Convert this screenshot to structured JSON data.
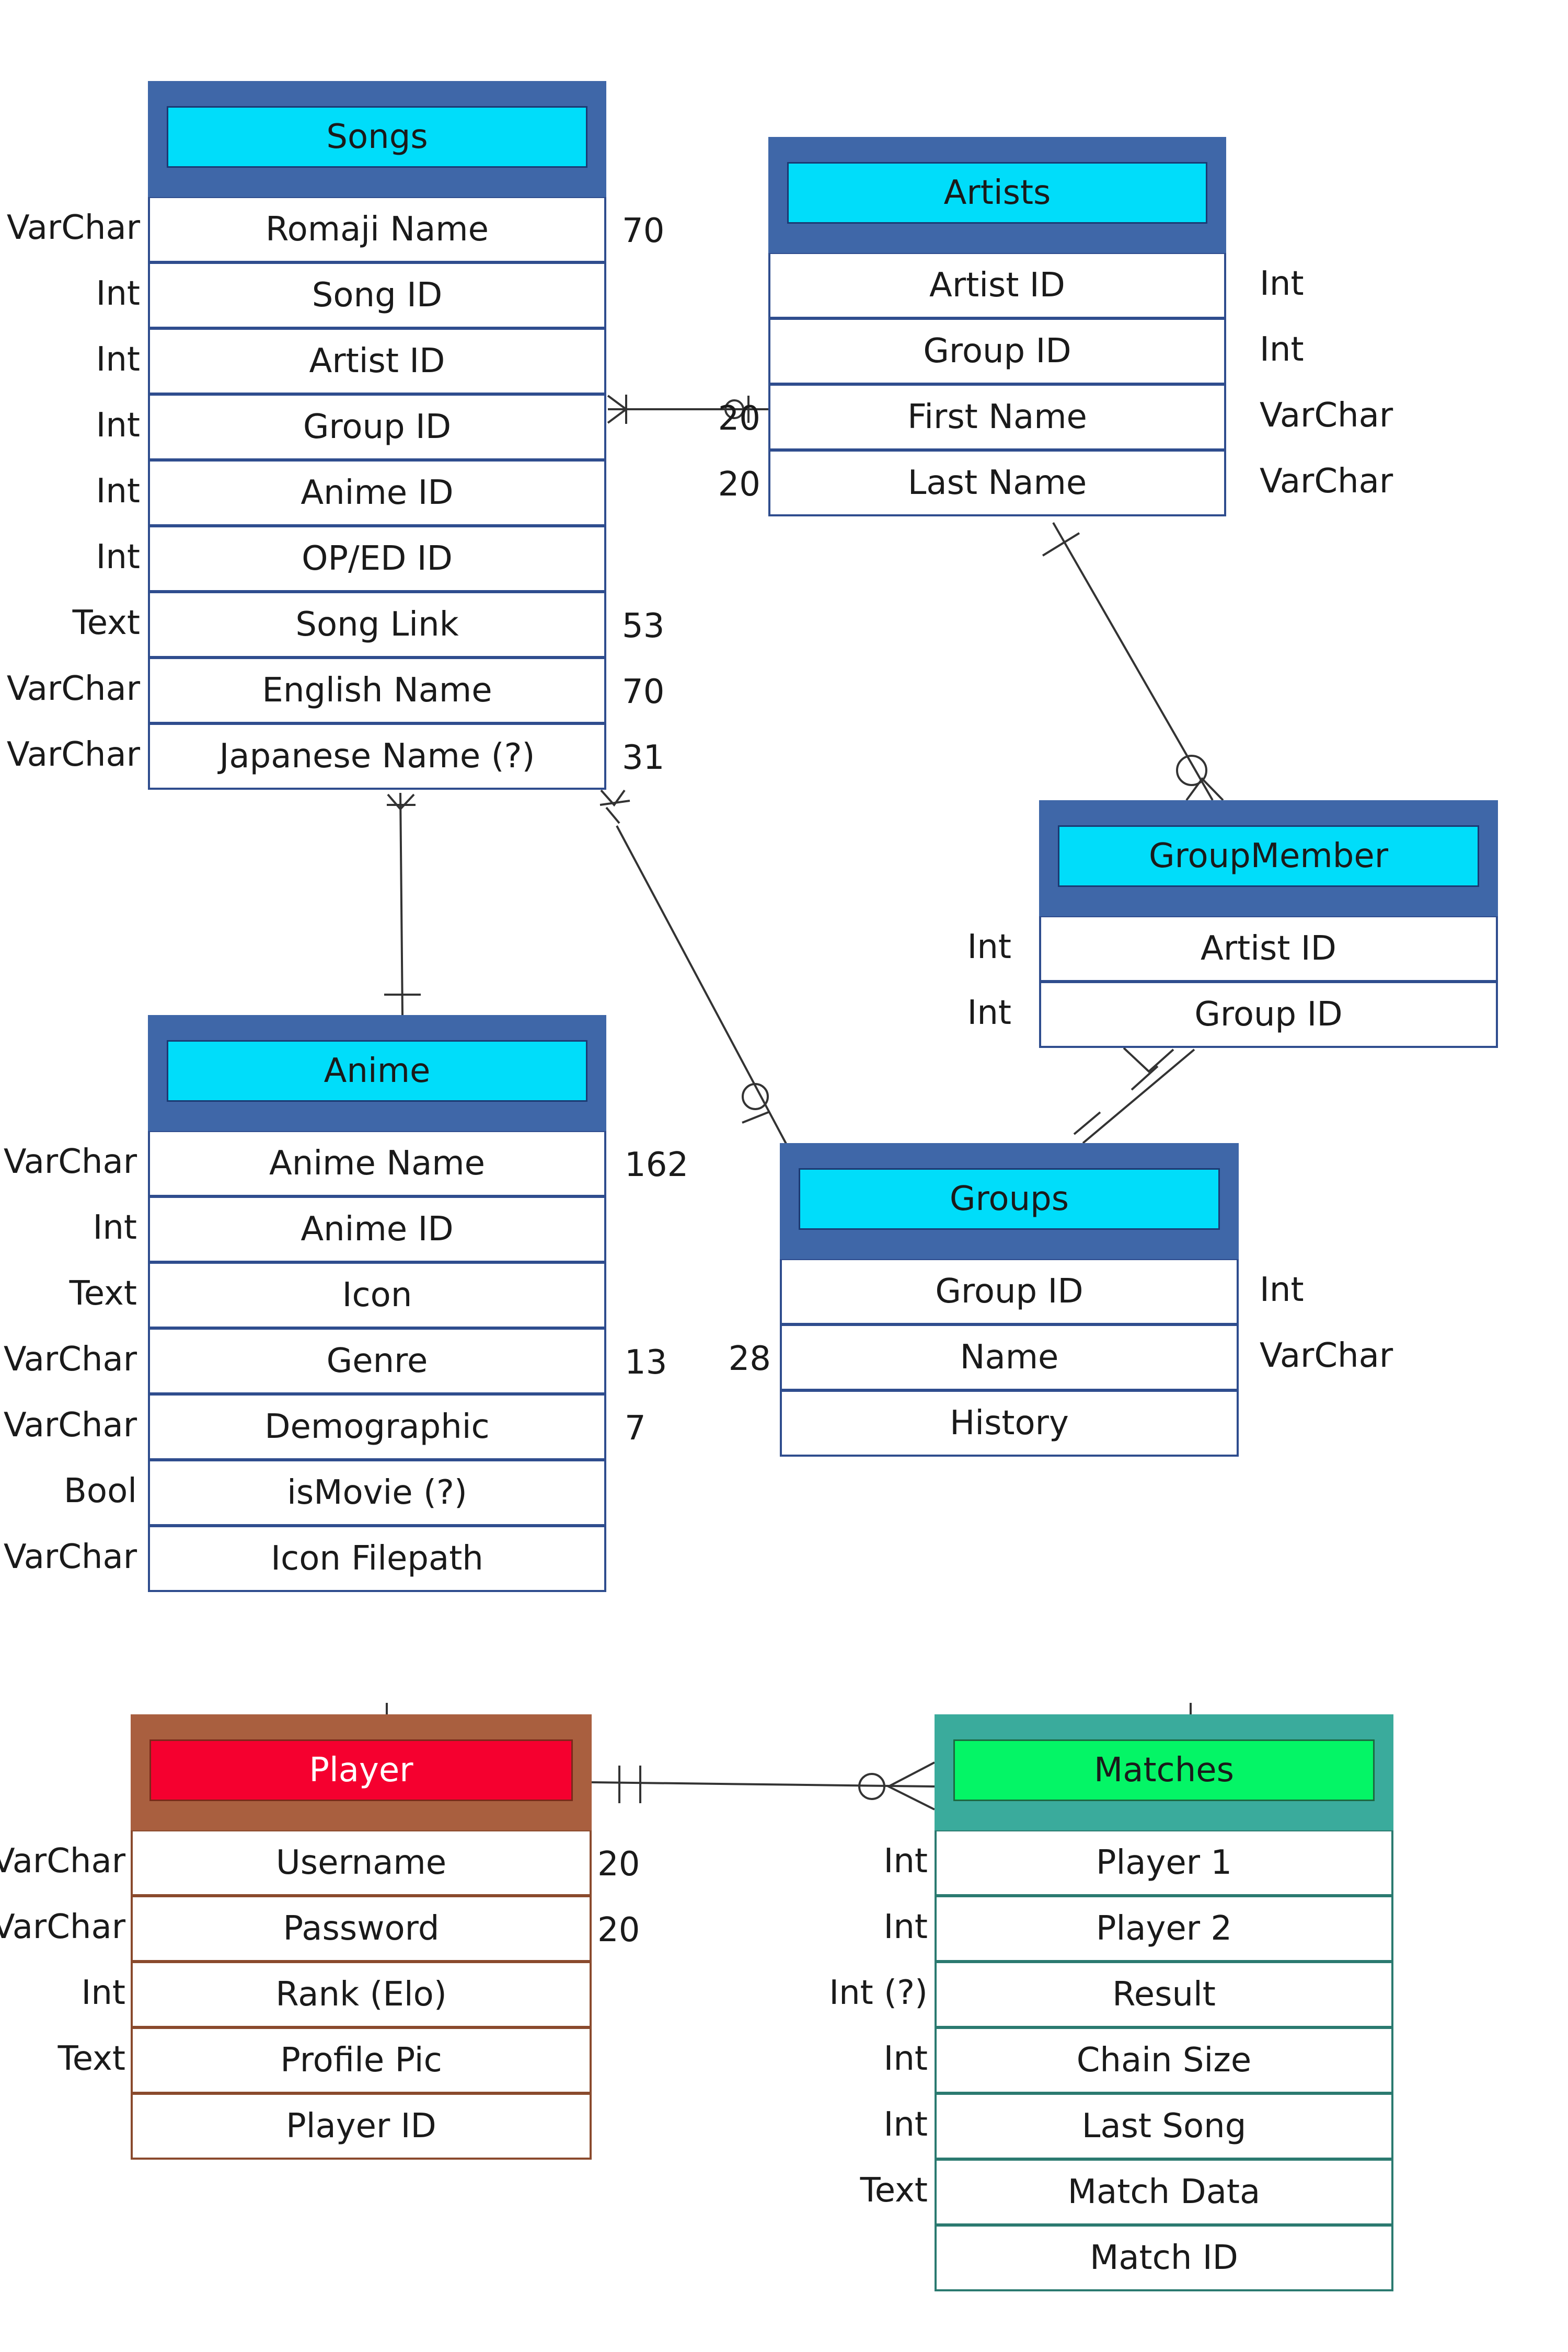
{
  "entities": {
    "songs": {
      "title": "Songs",
      "attributes": [
        {
          "name": "Romaji Name",
          "type": "VarChar",
          "size": "70"
        },
        {
          "name": "Song ID",
          "type": "Int",
          "size": ""
        },
        {
          "name": "Artist ID",
          "type": "Int",
          "size": ""
        },
        {
          "name": "Group ID",
          "type": "Int",
          "size": ""
        },
        {
          "name": "Anime ID",
          "type": "Int",
          "size": ""
        },
        {
          "name": "OP/ED ID",
          "type": "Int",
          "size": ""
        },
        {
          "name": "Song Link",
          "type": "Text",
          "size": "53"
        },
        {
          "name": "English Name",
          "type": "VarChar",
          "size": "70"
        },
        {
          "name": "Japanese Name (?)",
          "type": "VarChar",
          "size": "31"
        }
      ]
    },
    "artists": {
      "title": "Artists",
      "attributes": [
        {
          "name": "Artist ID",
          "type": "Int",
          "size": ""
        },
        {
          "name": "Group ID",
          "type": "Int",
          "size": ""
        },
        {
          "name": "First Name",
          "type": "VarChar",
          "size": "20"
        },
        {
          "name": "Last Name",
          "type": "VarChar",
          "size": "20"
        }
      ]
    },
    "groupmember": {
      "title": "GroupMember",
      "attributes": [
        {
          "name": "Artist ID",
          "type": "Int",
          "size": ""
        },
        {
          "name": "Group ID",
          "type": "Int",
          "size": ""
        }
      ]
    },
    "anime": {
      "title": "Anime",
      "attributes": [
        {
          "name": "Anime Name",
          "type": "VarChar",
          "size": "162"
        },
        {
          "name": "Anime ID",
          "type": "Int",
          "size": ""
        },
        {
          "name": "Icon",
          "type": "Text",
          "size": ""
        },
        {
          "name": "Genre",
          "type": "VarChar",
          "size": "13"
        },
        {
          "name": "Demographic",
          "type": "VarChar",
          "size": "7"
        },
        {
          "name": "isMovie (?)",
          "type": "Bool",
          "size": ""
        },
        {
          "name": "Icon Filepath",
          "type": "VarChar",
          "size": ""
        }
      ]
    },
    "groups": {
      "title": "Groups",
      "attributes": [
        {
          "name": "Group ID",
          "type": "Int",
          "size": ""
        },
        {
          "name": "Name",
          "type": "VarChar",
          "size": "28"
        },
        {
          "name": "History",
          "type": "",
          "size": ""
        }
      ]
    },
    "player": {
      "title": "Player",
      "attributes": [
        {
          "name": "Username",
          "type": "VarChar",
          "size": "20"
        },
        {
          "name": "Password",
          "type": "VarChar",
          "size": "20"
        },
        {
          "name": "Rank (Elo)",
          "type": "Int",
          "size": ""
        },
        {
          "name": "Profile Pic",
          "type": "Text",
          "size": ""
        },
        {
          "name": "Player ID",
          "type": "",
          "size": ""
        }
      ]
    },
    "matches": {
      "title": "Matches",
      "attributes": [
        {
          "name": "Player 1",
          "type": "Int",
          "size": ""
        },
        {
          "name": "Player 2",
          "type": "Int",
          "size": ""
        },
        {
          "name": "Result",
          "type": "Int (?)",
          "size": ""
        },
        {
          "name": "Chain Size",
          "type": "Int",
          "size": ""
        },
        {
          "name": "Last Song",
          "type": "Int",
          "size": ""
        },
        {
          "name": "Match Data",
          "type": "Text",
          "size": ""
        },
        {
          "name": "Match ID",
          "type": "",
          "size": ""
        }
      ]
    }
  },
  "colors": {
    "entity_header": "#3f67a8",
    "entity_title": "#00ddfa",
    "player_header": "#a95f3f",
    "player_title": "#f5002f",
    "matches_header": "#3aab9c",
    "matches_title": "#04f566"
  }
}
